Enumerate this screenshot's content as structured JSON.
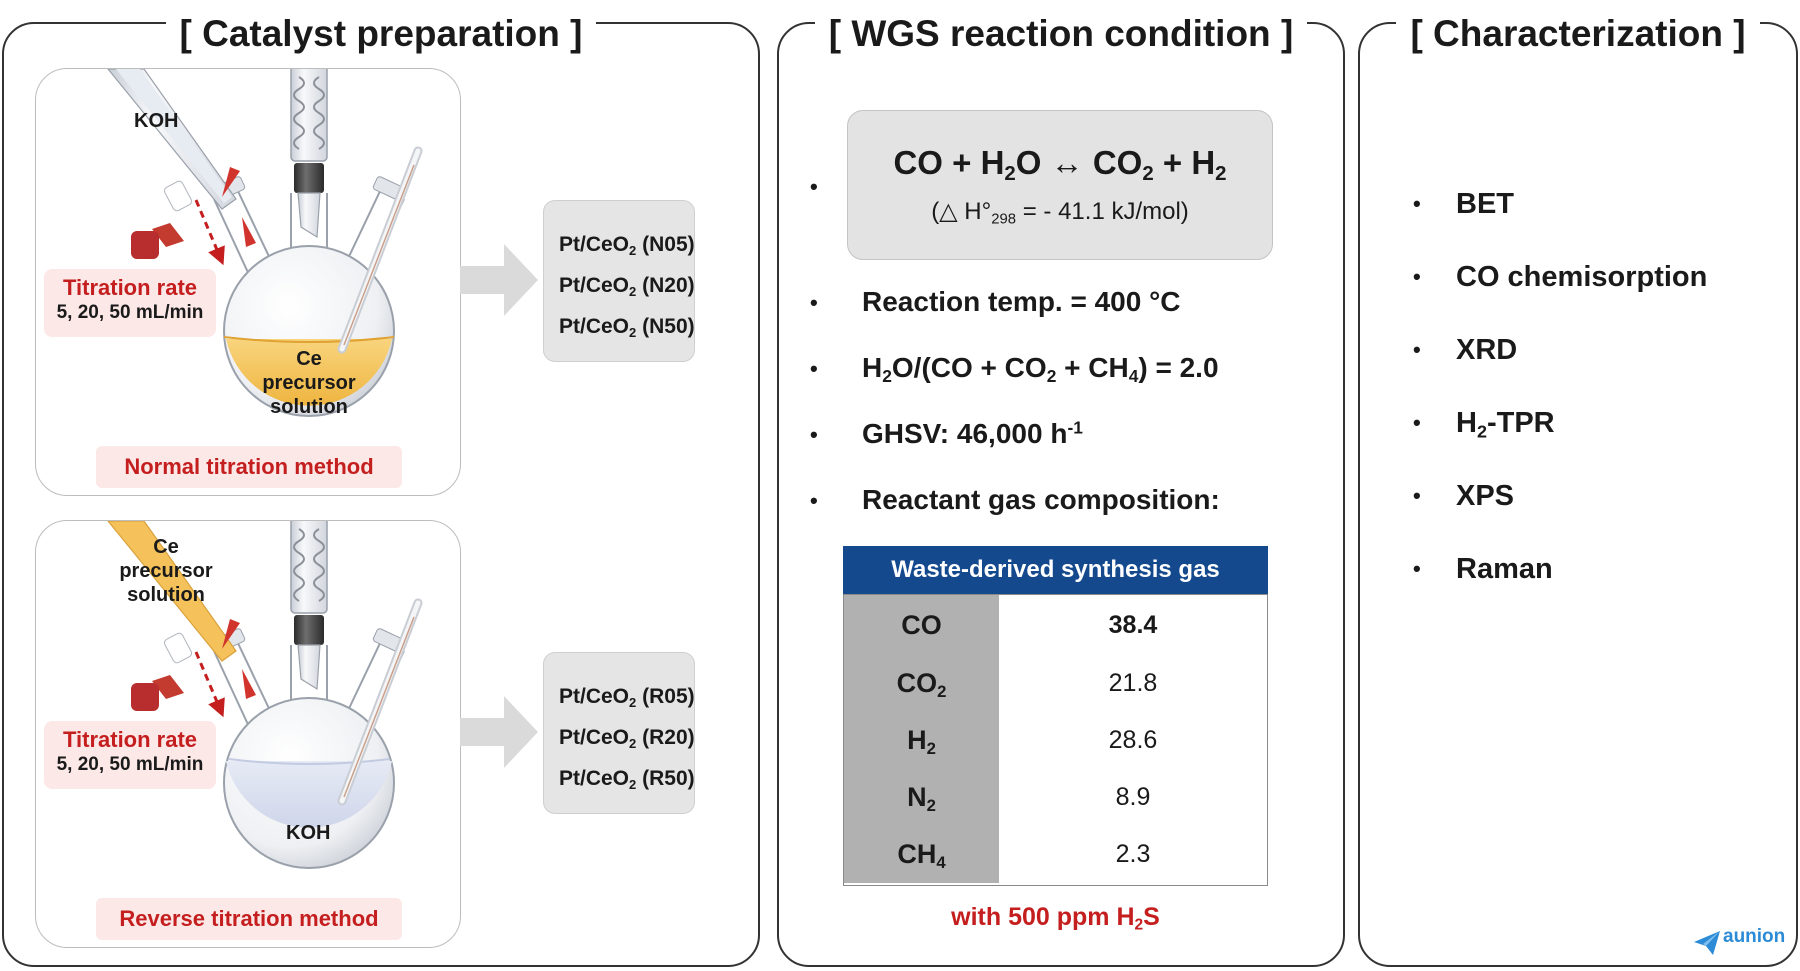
{
  "panels": {
    "catalyst": {
      "title": "[ Catalyst preparation ]",
      "normal": {
        "reagent_label": "KOH",
        "flask_label": [
          "Ce",
          "precursor",
          "solution"
        ],
        "rate_title": "Titration rate",
        "rate_values": "5, 20, 50 mL/min",
        "method": "Normal titration method",
        "products": [
          {
            "prefix": "Pt/CeO",
            "sub": "2",
            "suffix": " (N05)"
          },
          {
            "prefix": "Pt/CeO",
            "sub": "2",
            "suffix": " (N20)"
          },
          {
            "prefix": "Pt/CeO",
            "sub": "2",
            "suffix": " (N50)"
          }
        ]
      },
      "reverse": {
        "reagent_label": [
          "Ce",
          "precursor",
          "solution"
        ],
        "flask_label": "KOH",
        "rate_title": "Titration rate",
        "rate_values": "5, 20, 50 mL/min",
        "method": "Reverse titration method",
        "products": [
          {
            "prefix": "Pt/CeO",
            "sub": "2",
            "suffix": " (R05)"
          },
          {
            "prefix": "Pt/CeO",
            "sub": "2",
            "suffix": " (R20)"
          },
          {
            "prefix": "Pt/CeO",
            "sub": "2",
            "suffix": " (R50)"
          }
        ]
      },
      "colors": {
        "precursor_solution": "#f5c15a",
        "koh_solution": "#dde3f1",
        "stopcock": "#d0342c",
        "arrow": "#c41e1e"
      }
    },
    "wgs": {
      "title": "[ WGS reaction condition ]",
      "equation": {
        "co": "CO",
        "plus": "+",
        "h": "H",
        "h2_sub": "2",
        "o": "O",
        "arrow": "↔",
        "co_prefix": "CO",
        "co2_sub": "2",
        "h2_prefix": "H",
        "h2_sub_b": "2",
        "enthalpy_prefix": "(△ H°",
        "enthalpy_sub": "298",
        "enthalpy_suffix": " = - 41.1 kJ/mol)"
      },
      "bullet": "•",
      "conditions": {
        "temp": "Reaction temp. = 400 °C",
        "ratio_a": "H",
        "ratio_sub1": "2",
        "ratio_b": "O/(CO + CO",
        "ratio_sub2": "2",
        "ratio_c": " + CH",
        "ratio_sub3": "4",
        "ratio_d": ") = 2.0",
        "ghsv": "GHSV: 46,000 h",
        "ghsv_sup": "-1",
        "composition": "Reactant gas composition:"
      },
      "table_header": "Waste-derived synthesis gas",
      "gas_rows": [
        {
          "base": "CO",
          "sub": "",
          "value": "38.4"
        },
        {
          "base": "CO",
          "sub": "2",
          "value": "21.8"
        },
        {
          "base": "H",
          "sub": "2",
          "value": "28.6"
        },
        {
          "base": "N",
          "sub": "2",
          "value": "8.9"
        },
        {
          "base": "CH",
          "sub": "4",
          "value": "2.3"
        }
      ],
      "note_prefix": "with 500 ppm H",
      "note_sub": "2",
      "note_suffix": "S",
      "colors": {
        "table_header": "#14498d",
        "gas_column": "#b1b1b1",
        "note": "#c41e1e"
      }
    },
    "characterization": {
      "title": "[ Characterization ]",
      "items": [
        {
          "base": "BET",
          "sub": "",
          "suffix": ""
        },
        {
          "base": "CO chemisorption",
          "sub": "",
          "suffix": ""
        },
        {
          "base": "XRD",
          "sub": "",
          "suffix": ""
        },
        {
          "base": "H",
          "sub": "2",
          "suffix": "-TPR"
        },
        {
          "base": "XPS",
          "sub": "",
          "suffix": ""
        },
        {
          "base": "Raman",
          "sub": "",
          "suffix": ""
        }
      ]
    }
  },
  "watermark": {
    "text": "aunion",
    "icon": "paper-plane-icon"
  }
}
